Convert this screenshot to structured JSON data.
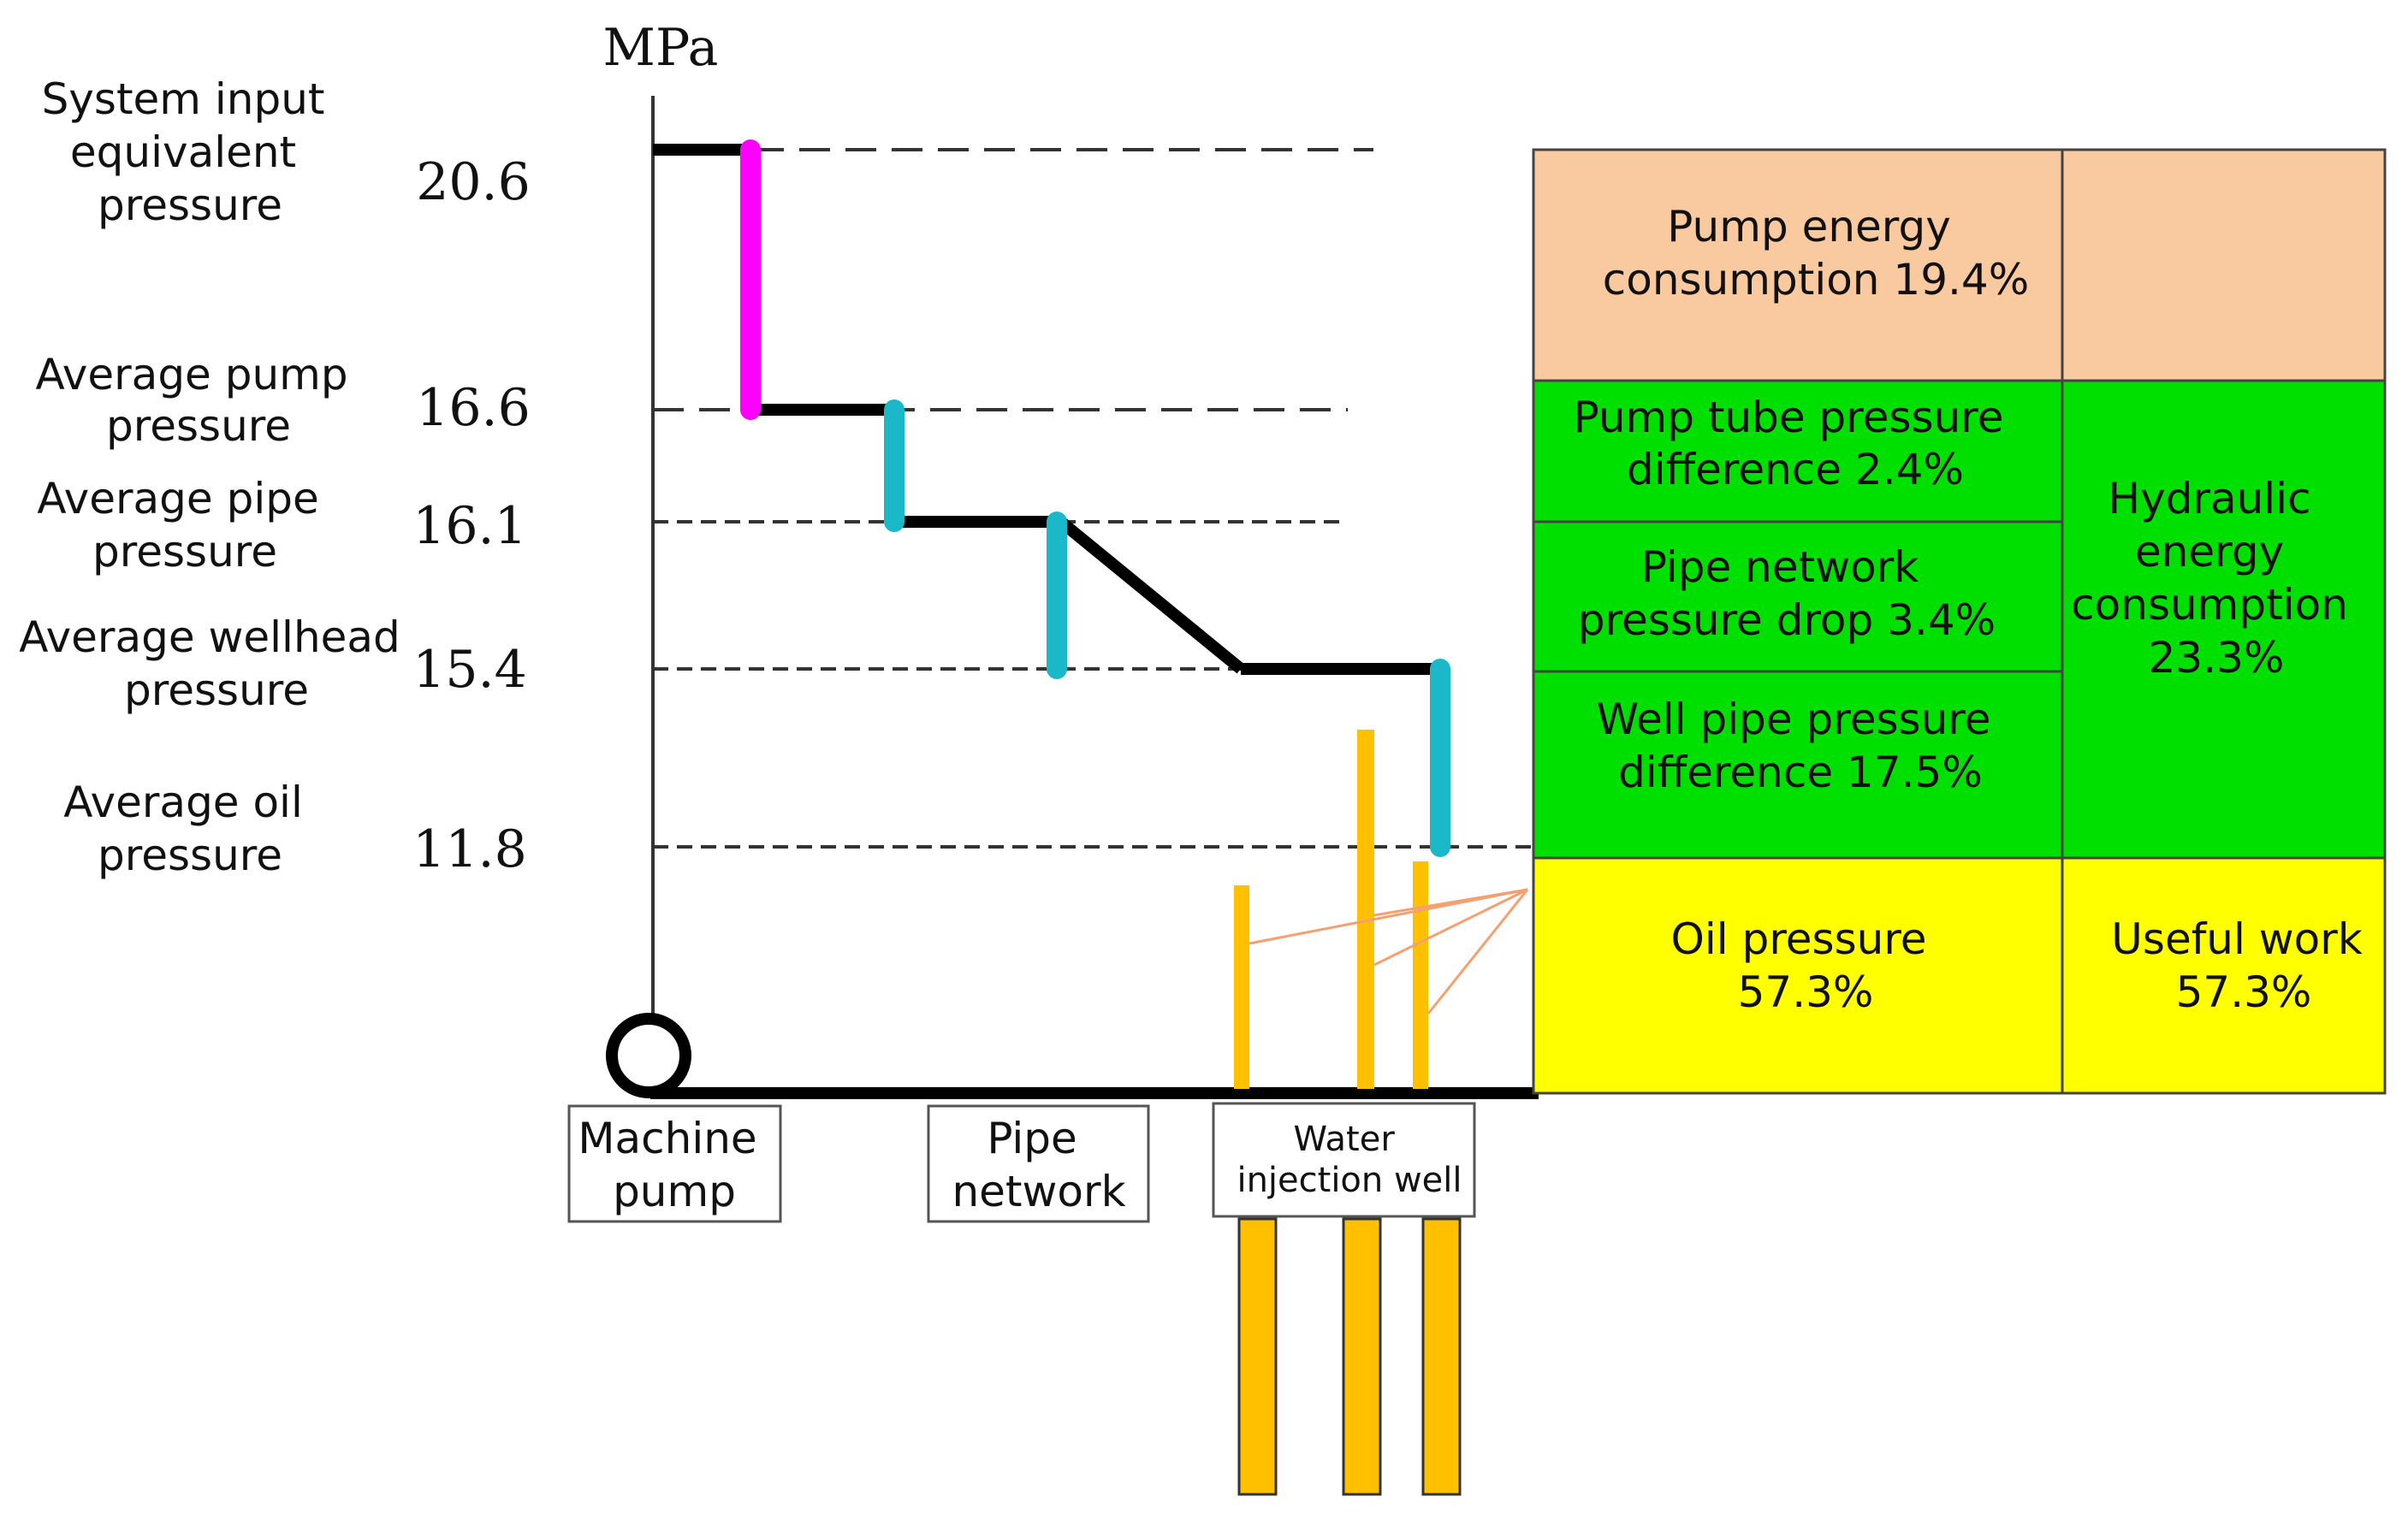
{
  "axis": {
    "unit": "MPa"
  },
  "levels": [
    {
      "label": [
        "System input",
        "equivalent",
        "pressure"
      ],
      "value": "20.6"
    },
    {
      "label": [
        "Average pump",
        "pressure"
      ],
      "value": "16.6"
    },
    {
      "label": [
        "Average pipe",
        "pressure"
      ],
      "value": "16.1"
    },
    {
      "label": [
        "Average wellhead",
        "pressure"
      ],
      "value": "15.4"
    },
    {
      "label": [
        "Average oil",
        "pressure"
      ],
      "value": "11.8"
    }
  ],
  "stations": [
    {
      "label": [
        "Machine",
        "pump"
      ]
    },
    {
      "label": [
        "Pipe",
        "network"
      ]
    },
    {
      "label": [
        "Water",
        "injection well"
      ]
    }
  ],
  "breakdown": {
    "pump_energy": [
      "Pump energy",
      "consumption  19.4%"
    ],
    "pump_tube": [
      "Pump tube pressure",
      "difference  2.4%"
    ],
    "pipe_network": [
      "Pipe network",
      "pressure drop  3.4%"
    ],
    "well_pipe": [
      "Well pipe pressure",
      "difference   17.5%"
    ],
    "hydraulic": [
      "Hydraulic",
      "energy",
      "consumption",
      "23.3%"
    ],
    "oil_pressure": [
      "Oil pressure",
      "57.3%"
    ],
    "useful_work": [
      "Useful work",
      "57.3%"
    ]
  },
  "colors": {
    "pump_energy_fill": "#f9c9a0",
    "green_fill": "#00e000",
    "yellow_fill": "#ffff00",
    "magenta_drop": "#ff00ff",
    "cyan_drop": "#1ab8c8",
    "orange_well": "#ffc000",
    "leader_line": "#f4a070"
  }
}
